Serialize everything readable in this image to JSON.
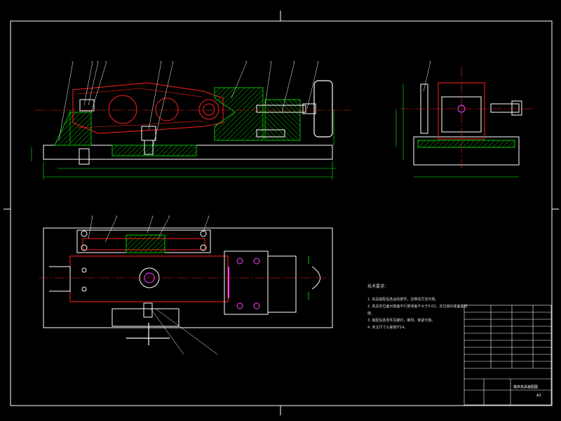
{
  "drawing": {
    "title_block": {
      "drawing_title": "铣床夹具装配图",
      "sheet_size": "A3"
    },
    "technical_requirements": {
      "heading": "技术要求：",
      "items": [
        "1. 夹具装配后各运动部件，应移动灵活可靠。",
        "2. 夹具定位面对底面平行度误差不大于0.02，定位销对底面垂直度。",
        "3. 装配后各零件及螺钉，螺母，锁紧可靠。",
        "4. 未注尺寸公差按IT14。"
      ]
    },
    "colors": {
      "background": "#000000",
      "frame": "#ffffff",
      "part_outline": "#ffffff",
      "section_red": "#ff2020",
      "dimension_green": "#00ff00",
      "hatch_green": "#00c000",
      "centerline_red": "#ff0000",
      "bolt_magenta": "#ff40ff",
      "yellow_accent": "#ffff00"
    }
  }
}
